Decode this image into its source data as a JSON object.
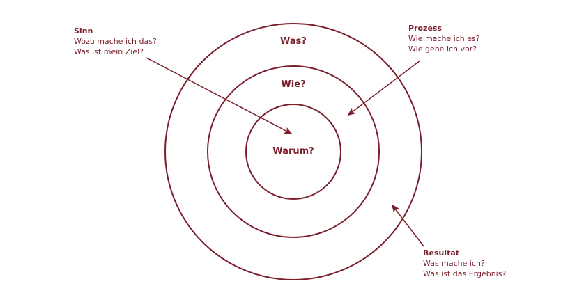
{
  "colors": {
    "primary": "#7a1f2b"
  },
  "circles": {
    "outer_label": "Was?",
    "middle_label": "Wie?",
    "inner_label": "Warum?"
  },
  "annotations": {
    "sinn": {
      "title": "Sinn",
      "line1": "Wozu mache ich das?",
      "line2": "Was ist mein Ziel?"
    },
    "prozess": {
      "title": "Prozess",
      "line1": "Wie mache ich es?",
      "line2": "Wie gehe ich vor?"
    },
    "resultat": {
      "title": "Resultat",
      "line1": "Was mache ich?",
      "line2": "Was ist das Ergebnis?"
    }
  }
}
